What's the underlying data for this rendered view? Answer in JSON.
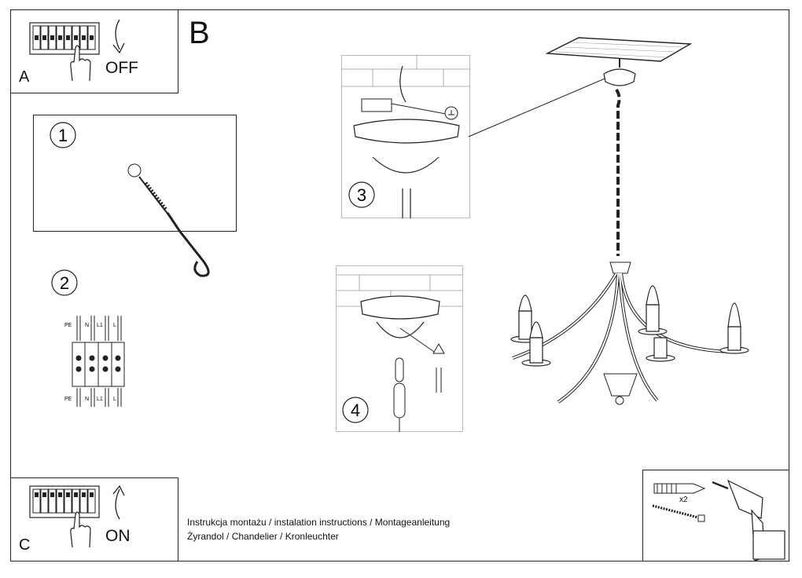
{
  "panels": {
    "a": {
      "letter": "A",
      "action": "OFF"
    },
    "b": {
      "letter": "B"
    },
    "c": {
      "letter": "C",
      "action": "ON"
    }
  },
  "steps": {
    "one": "1",
    "two": "2",
    "three": "3",
    "four": "4"
  },
  "terminal_labels": [
    "PE",
    "N",
    "L1",
    "L"
  ],
  "tools": {
    "multiplier": "x2"
  },
  "footer": {
    "line1": "Instrukcja montażu / instalation instructions / Montageanleitung",
    "line2": "Żyrandol / Chandelier / Kronleuchter"
  }
}
